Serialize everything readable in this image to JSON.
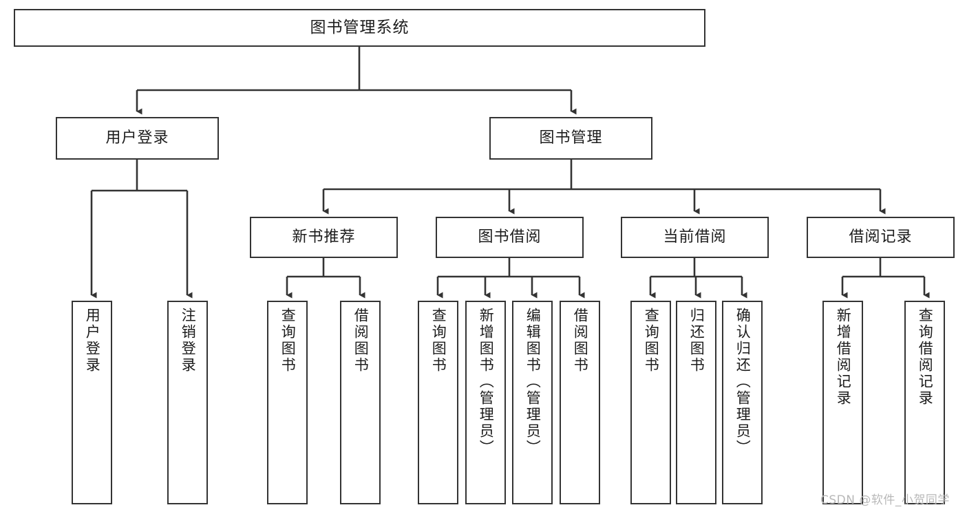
{
  "diagram": {
    "title": "图书管理系统",
    "watermark": "CSDN @软件_小贺同学",
    "accent_color": "#333333",
    "background_color": "#ffffff",
    "nodes": {
      "root": {
        "label": "图书管理系统"
      },
      "level1": [
        {
          "id": "user-login",
          "label": "用户登录"
        },
        {
          "id": "book-management",
          "label": "图书管理"
        }
      ],
      "level2": [
        {
          "id": "new-book-recommend",
          "label": "新书推荐"
        },
        {
          "id": "book-borrow",
          "label": "图书借阅"
        },
        {
          "id": "current-borrow",
          "label": "当前借阅"
        },
        {
          "id": "borrow-record",
          "label": "借阅记录"
        }
      ],
      "leaves": {
        "user_login": [
          {
            "id": "leaf-user-login",
            "label": "用户登录"
          },
          {
            "id": "leaf-logout-login",
            "label": "注销登录"
          }
        ],
        "new_book_recommend": [
          {
            "id": "leaf-query-book-1",
            "label": "查询图书"
          },
          {
            "id": "leaf-borrow-book-1",
            "label": "借阅图书"
          }
        ],
        "book_borrow": [
          {
            "id": "leaf-query-book-2",
            "label": "查询图书"
          },
          {
            "id": "leaf-add-book",
            "label": "新增图书（管理员）"
          },
          {
            "id": "leaf-edit-book",
            "label": "编辑图书（管理员）"
          },
          {
            "id": "leaf-borrow-book-2",
            "label": "借阅图书"
          }
        ],
        "current_borrow": [
          {
            "id": "leaf-query-book-3",
            "label": "查询图书"
          },
          {
            "id": "leaf-return-book",
            "label": "归还图书"
          },
          {
            "id": "leaf-confirm-return",
            "label": "确认归还（管理员）"
          }
        ],
        "borrow_record": [
          {
            "id": "leaf-add-record",
            "label": "新增借阅记录"
          },
          {
            "id": "leaf-query-record",
            "label": "查询借阅记录"
          }
        ]
      }
    }
  }
}
